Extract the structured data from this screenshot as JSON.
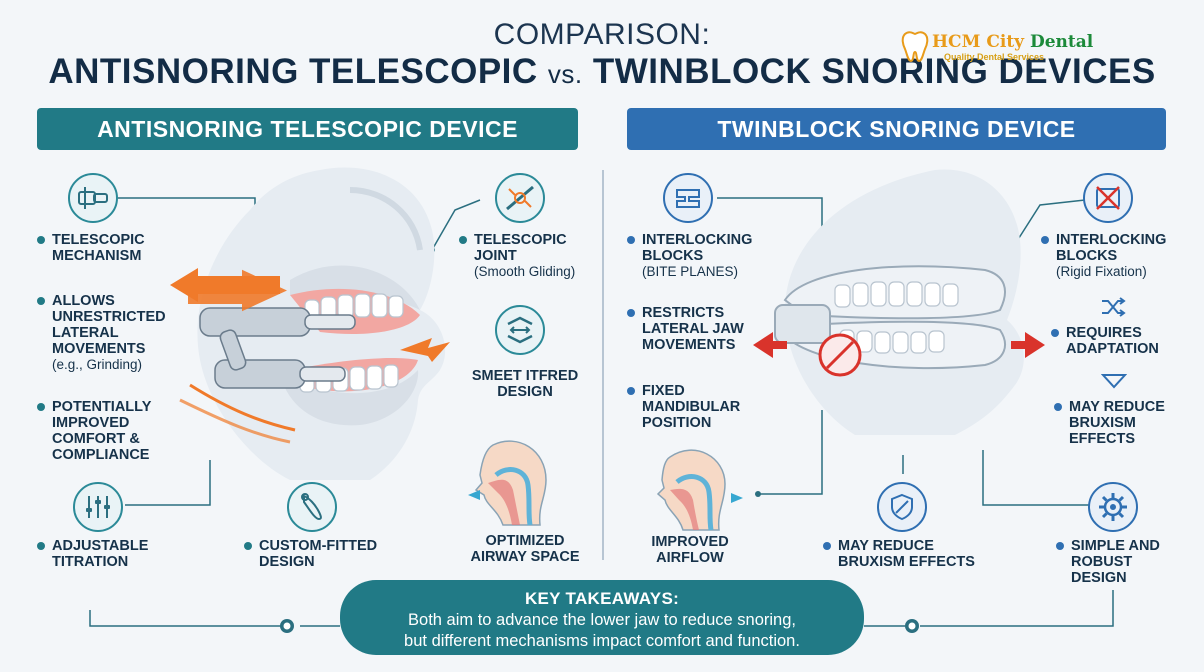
{
  "header": {
    "title_line1": "COMPARISON:",
    "title_left": "ANTISNORING TELESCOPIC",
    "title_vs": "vs.",
    "title_right": "TWINBLOCK SNORING DEVICES",
    "logo_brand_a": "HCM City",
    "logo_brand_b": "Dental",
    "logo_tagline": "Quality Dental Services"
  },
  "left": {
    "banner": "ANTISNORING TELESCOPIC DEVICE",
    "features": [
      {
        "title": "TELESCOPIC MECHANISM",
        "sub": ""
      },
      {
        "title": "ALLOWS UNRESTRICTED LATERAL MOVEMENTS",
        "sub": "(e.g., Grinding)"
      },
      {
        "title": "POTENTIALLY IMPROVED COMFORT & COMPLIANCE",
        "sub": ""
      },
      {
        "title": "ADJUSTABLE TITRATION",
        "sub": ""
      },
      {
        "title": "CUSTOM-FITTED DESIGN",
        "sub": ""
      },
      {
        "title": "TELESCOPIC JOINT",
        "sub": "(Smooth Gliding)"
      },
      {
        "title": "SMEET ITFRED DESIGN",
        "sub": ""
      },
      {
        "title": "OPTIMIZED AIRWAY SPACE",
        "sub": ""
      }
    ]
  },
  "right": {
    "banner": "TWINBLOCK SNORING DEVICE",
    "features": [
      {
        "title": "INTERLOCKING BLOCKS",
        "sub": "(BITE PLANES)"
      },
      {
        "title": "RESTRICTS LATERAL JAW MOVEMENTS",
        "sub": ""
      },
      {
        "title": "FIXED MANDIBULAR POSITION",
        "sub": ""
      },
      {
        "title": "IMPROVED AIRFLOW",
        "sub": ""
      },
      {
        "title": "MAY REDUCE BRUXISM EFFECTS",
        "sub": ""
      },
      {
        "title": "INTERLOCKING BLOCKS",
        "sub": "(Rigid Fixation)"
      },
      {
        "title": "REQUIRES ADAPTATION",
        "sub": ""
      },
      {
        "title": "MAY REDUCE BRUXISM EFFECTS",
        "sub": ""
      },
      {
        "title": "SIMPLE AND ROBUST DESIGN",
        "sub": ""
      }
    ]
  },
  "takeaway": {
    "heading": "KEY TAKEAWAYS:",
    "line1": "Both aim to advance the lower jaw to reduce snoring,",
    "line2": "but different mechanisms impact comfort and function."
  },
  "colors": {
    "teal": "#217a86",
    "blue": "#2f6fb2",
    "arrow_orange": "#f07a2a",
    "arrow_red": "#d9332b"
  }
}
